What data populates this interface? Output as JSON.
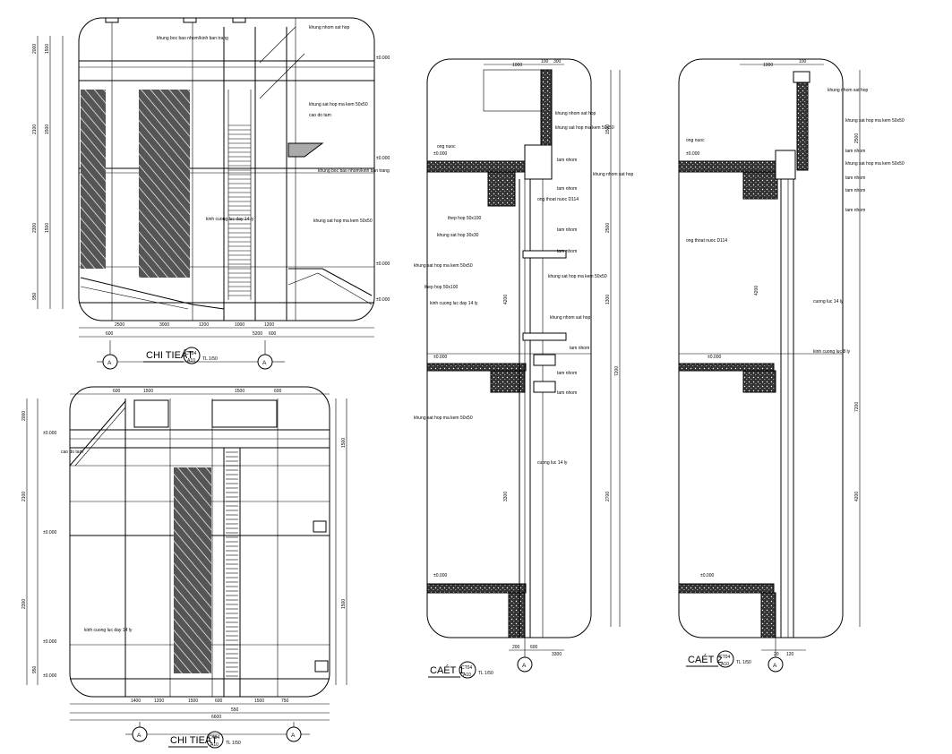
{
  "titles": {
    "detail_top": "CHI TIEÁT",
    "detail_bottom": "CHI TIEÁT",
    "section_1": "CAÉT 1",
    "section_2": "CAÉT 2",
    "scale": "TL 1/50",
    "tag_top": "CT04",
    "tag_bottom": "CT04",
    "sheet_ref": "A10"
  },
  "grid_label": "A",
  "levels": {
    "pm0": "±0.000",
    "lv": "±0.000"
  },
  "top_dims_left": [
    "2000",
    "1500",
    "950",
    "2100",
    "2300",
    "1500",
    "1500"
  ],
  "top_dims_bottom": [
    "2500",
    "3000",
    "1200",
    "1000",
    "1200"
  ],
  "top_dims_bottom2": [
    "600",
    "5200",
    "600"
  ],
  "bot_dims_top": [
    "600",
    "1500",
    "1500",
    "600"
  ],
  "bot_dims_bottom": [
    "1400",
    "1200",
    "1500",
    "600",
    "1500",
    "750"
  ],
  "bot_dims_bottom2": [
    "550",
    "6600"
  ],
  "sec_dims_top": [
    "1000",
    "100",
    "300"
  ],
  "sec_dims_bottom": [
    "200",
    "600",
    "3300"
  ],
  "sec2_dims_bottom": [
    "20",
    "120"
  ],
  "notes": {
    "n1": "khung boc bao nhom/kinh ban trang",
    "n2": "cao do tam",
    "n3": "kinh cuong luc 8 ly",
    "n4": "khung sat hop ma kem 50x50",
    "n5": "ong thoat nuoc D114",
    "n6": "khung nhom sat hop",
    "n7": "kinh cuong luc day 14 ly",
    "n8": "thep hop 50x100",
    "n9": "tam nhom",
    "n10": "khung sat hop 30x30",
    "n11": "cuong luc 14 ly",
    "n12": "ong nuoc"
  },
  "dim_sec_right": [
    "1500",
    "2500",
    "1300",
    "2700",
    "7200",
    "4200",
    "3300"
  ]
}
